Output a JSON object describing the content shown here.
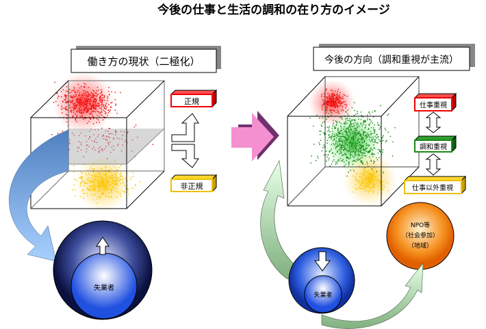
{
  "title": "今後の仕事と生活の調和の在り方のイメージ",
  "left": {
    "heading": "働き方の現状（二極化）",
    "tags": {
      "regular": "正規",
      "nonregular": "非正規"
    },
    "unemployed": "失業者"
  },
  "right": {
    "heading": "今後の方向（調和重視が主流）",
    "tags": {
      "work": "仕事重視",
      "harmony": "調和重視",
      "nonwork": "仕事以外重視"
    },
    "npo": [
      "NPO等",
      "（社会参加）",
      "（地域）"
    ],
    "unemployed": "失業者"
  },
  "colors": {
    "red": "#ee1111",
    "green": "#1a8a1a",
    "yellow": "#f5c800",
    "orange": "#f08a10",
    "blue": "#2040c0",
    "pink": "#f080c8"
  }
}
